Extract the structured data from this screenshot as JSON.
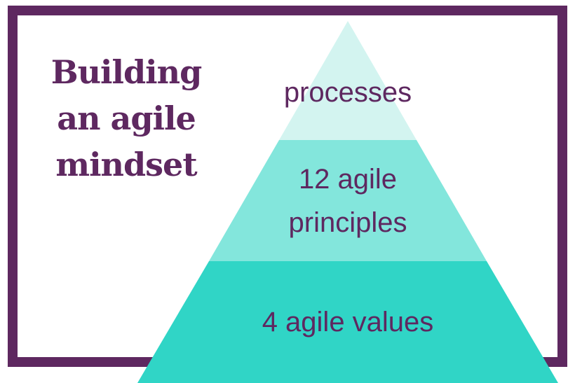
{
  "title": {
    "lines": [
      "Building",
      "an agile",
      "mindset"
    ]
  },
  "pyramid": {
    "levels": [
      {
        "label_lines": [
          "processes"
        ],
        "color": "#d3f4f0"
      },
      {
        "label_lines": [
          "12 agile",
          "principles"
        ],
        "color": "#83e6dc"
      },
      {
        "label_lines": [
          "4 agile values"
        ],
        "color": "#30d5c6"
      }
    ]
  },
  "colors": {
    "accent": "#5e2860",
    "frame": "#5e2860"
  }
}
